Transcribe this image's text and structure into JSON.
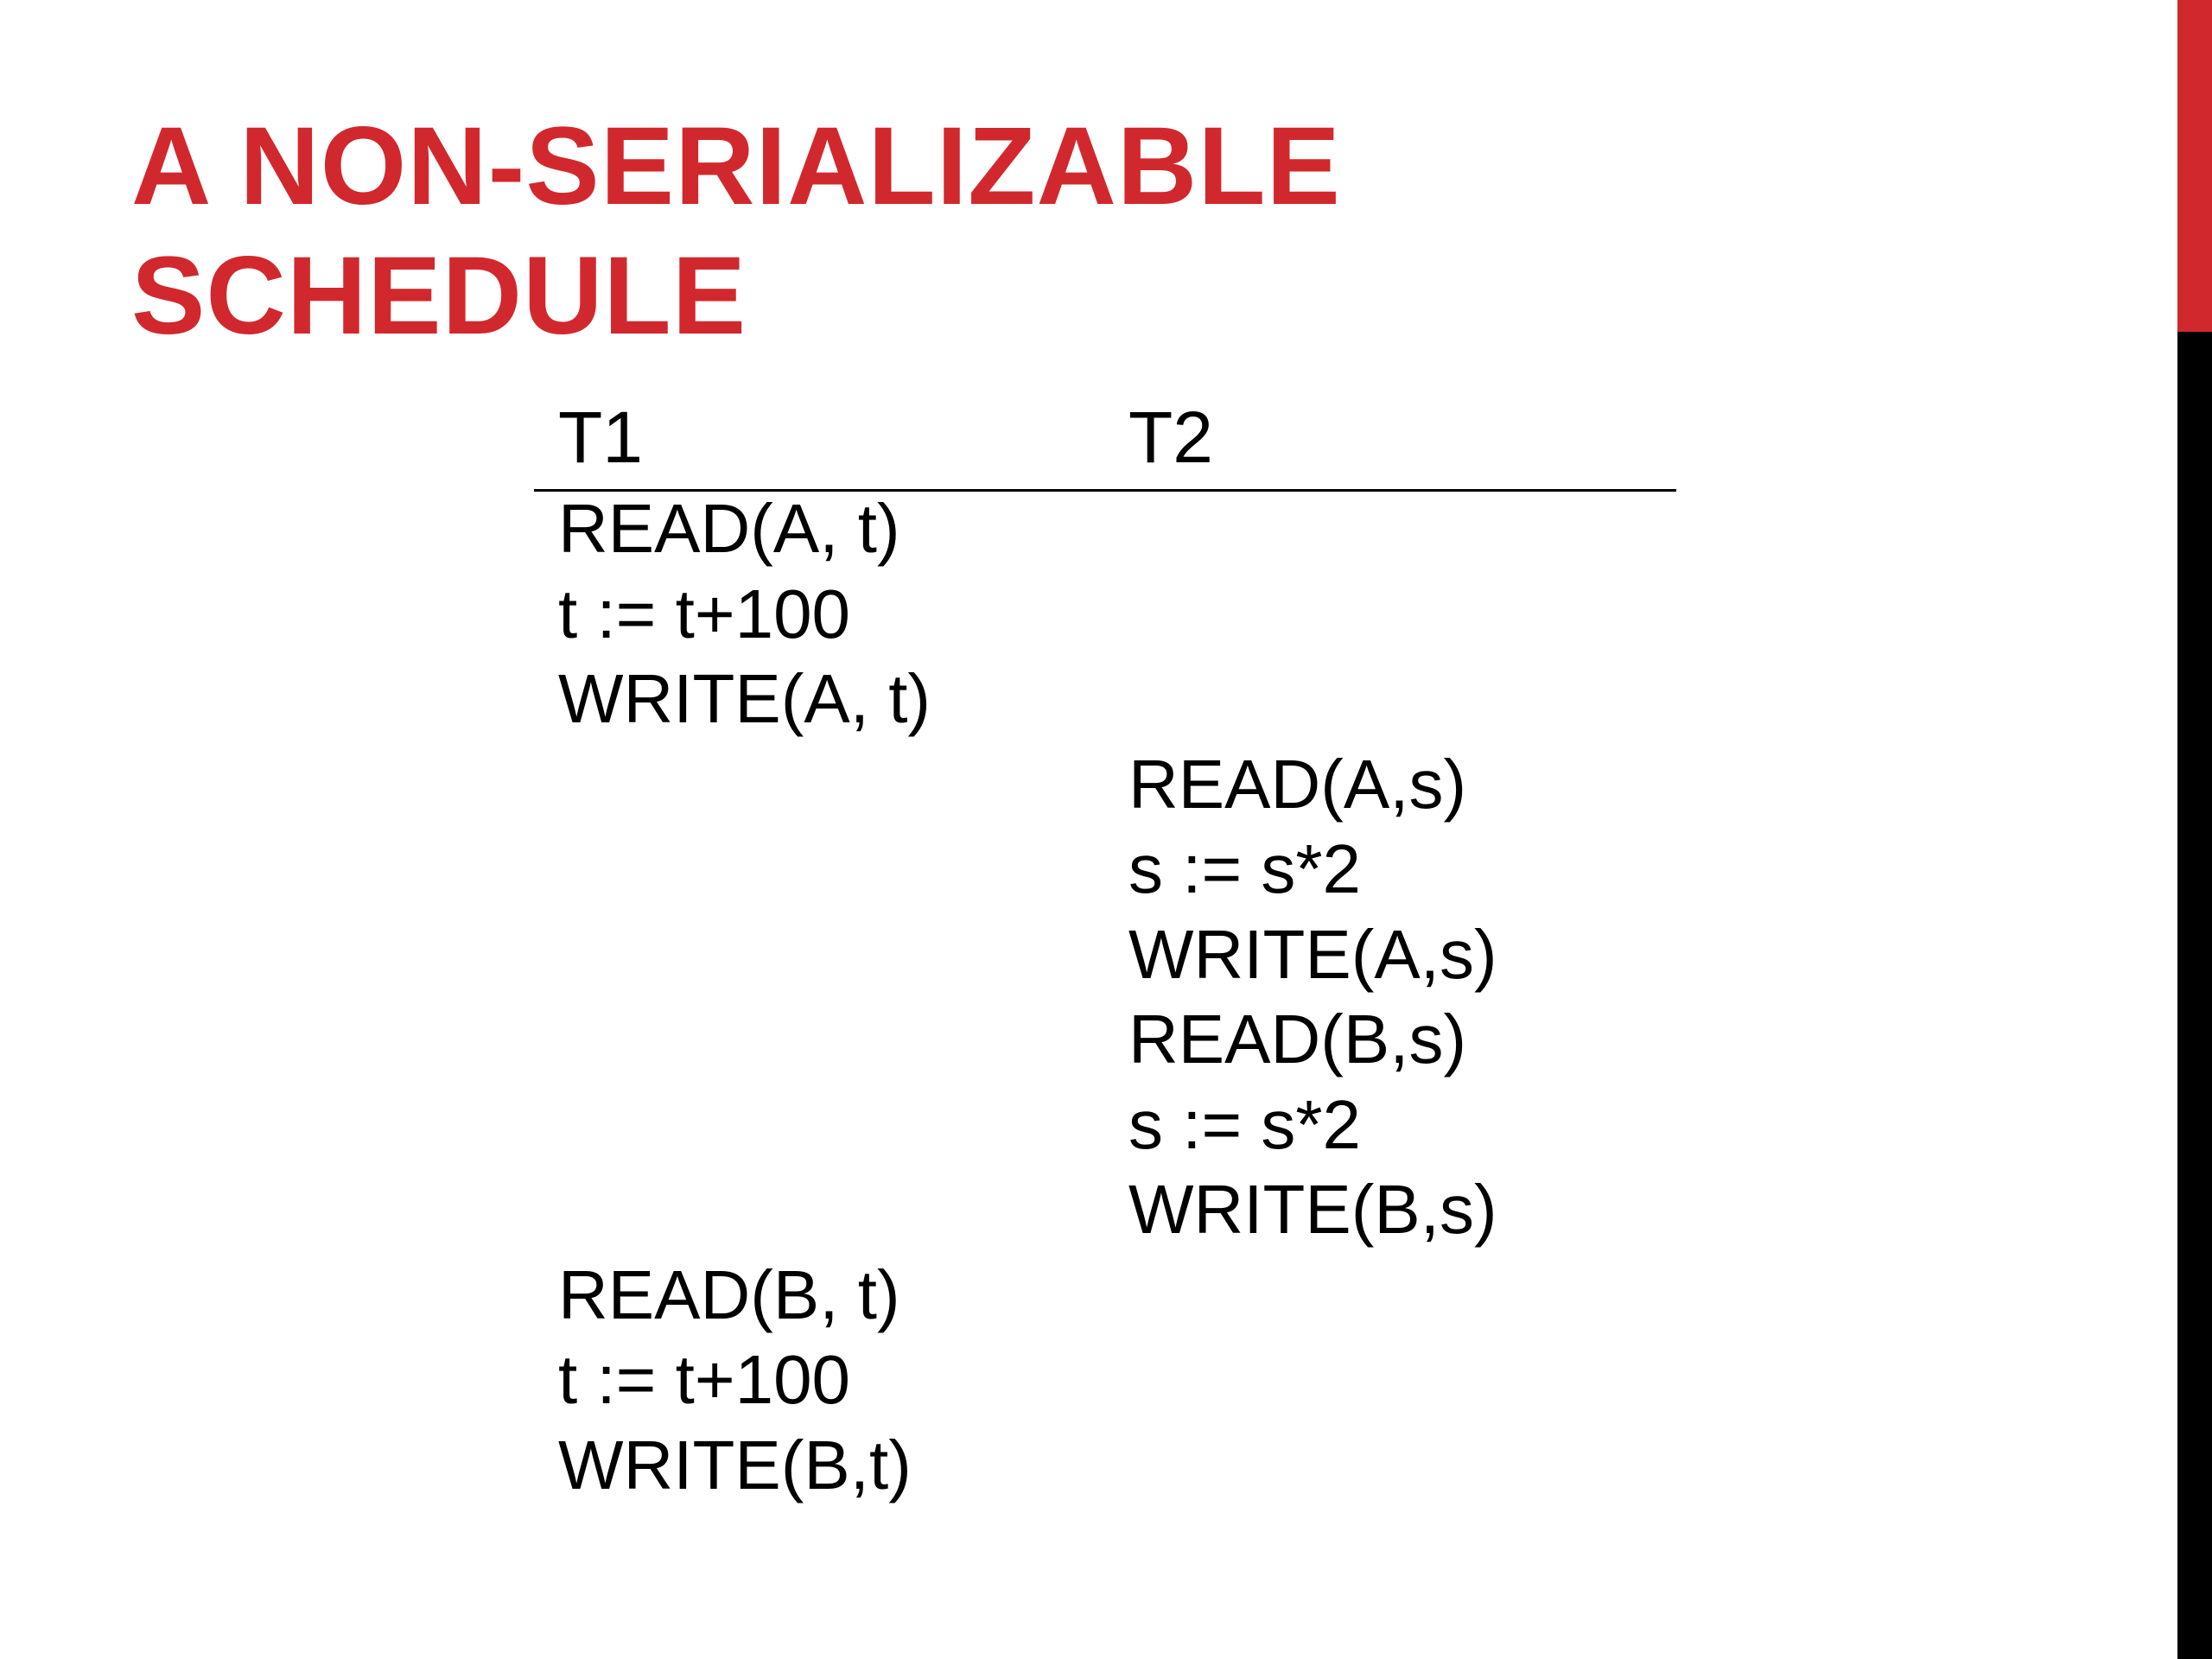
{
  "theme": {
    "title_color": "#d1282e",
    "sidebar_color": "#000000",
    "sidebar_accent_color": "#d1282e",
    "text_color": "#000000"
  },
  "slide": {
    "title_lines": [
      "A NON-SERIALIZABLE",
      "SCHEDULE"
    ]
  },
  "schedule": {
    "headers": [
      "T1",
      "T2"
    ],
    "rows": [
      {
        "t1": "READ(A, t)",
        "t2": ""
      },
      {
        "t1": "t := t+100",
        "t2": ""
      },
      {
        "t1": "WRITE(A, t)",
        "t2": ""
      },
      {
        "t1": "",
        "t2": "READ(A,s)"
      },
      {
        "t1": "",
        "t2": "s := s*2"
      },
      {
        "t1": "",
        "t2": "WRITE(A,s)"
      },
      {
        "t1": "",
        "t2": "READ(B,s)"
      },
      {
        "t1": "",
        "t2": "s := s*2"
      },
      {
        "t1": "",
        "t2": "WRITE(B,s)"
      },
      {
        "t1": "READ(B, t)",
        "t2": ""
      },
      {
        "t1": "t := t+100",
        "t2": ""
      },
      {
        "t1": "WRITE(B,t)",
        "t2": ""
      }
    ]
  }
}
